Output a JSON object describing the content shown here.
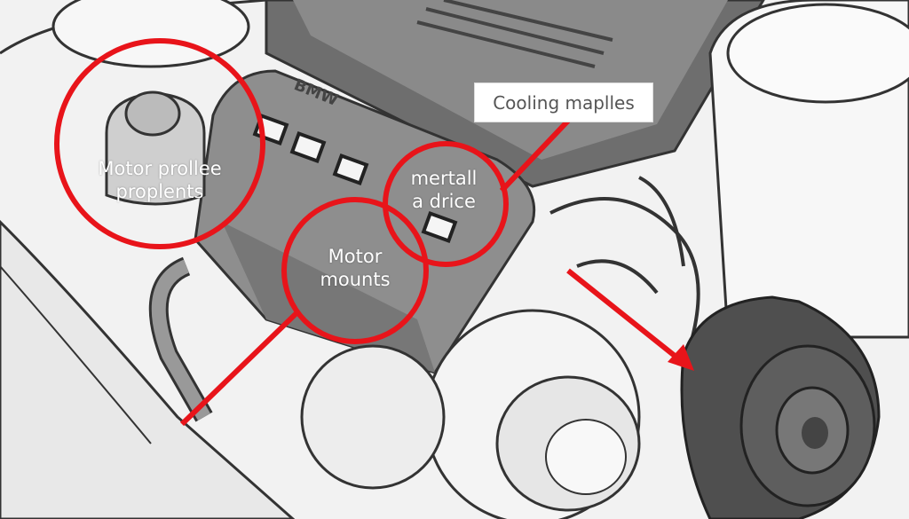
{
  "diagram": {
    "brand_text": "BMW",
    "callout_box": "Cooling maplles",
    "labels": [
      {
        "line1": "Motor prollee",
        "line2": "proplents"
      },
      {
        "line1": "mertall",
        "line2": "a drice"
      },
      {
        "line1": "Motor",
        "line2": "mounts"
      }
    ],
    "colors": {
      "annotation": "#e8141a",
      "cover": "#8e8e8e",
      "dark": "#555555",
      "line_art": "#333333"
    }
  }
}
